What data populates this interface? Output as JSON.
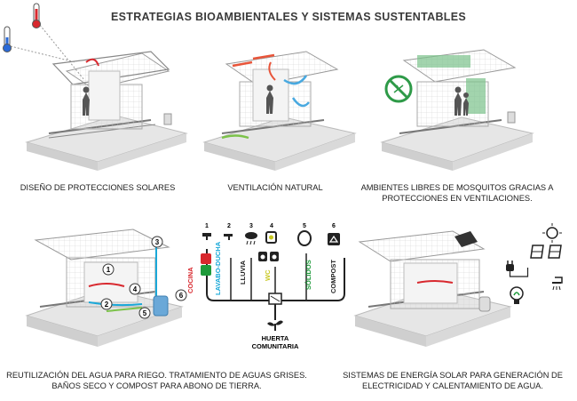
{
  "title": "ESTRATEGIAS BIOAMBIENTALES Y SISTEMAS SUSTENTABLES",
  "captions": {
    "c1": "DISEÑO DE PROTECCIONES SOLARES",
    "c2": "VENTILACIÓN NATURAL",
    "c3a": "AMBIENTES LIBRES DE MOSQUITOS GRACIAS A",
    "c3b": "PROTECCIONES EN VENTILACIONES.",
    "c4a": "REUTILIZACIÓN DEL AGUA PARA RIEGO. TRATAMIENTO DE AGUAS GRISES.",
    "c4b": "BAÑOS SECO Y COMPOST PARA ABONO DE TIERRA.",
    "c5a": "SISTEMAS DE ENERGÍA SOLAR PARA GENERACIÓN DE",
    "c5b": "ELECTRICIDAD Y CALENTAMIENTO DE AGUA."
  },
  "water_numbers": [
    "1",
    "2",
    "3",
    "4",
    "5",
    "6"
  ],
  "water_labels": {
    "cocina": "COCINA",
    "lavabo": "LAVABO-DUCHA",
    "lluvia": "LLUVIA",
    "wc": "WC",
    "solidos": "SÓLIDOS",
    "compost": "COMPOST",
    "huerta1": "HUERTA",
    "huerta2": "COMUNITARIA"
  },
  "colors": {
    "cocina": "#d8282e",
    "lavabo": "#1aa8d8",
    "lluvia": "#222222",
    "wc": "#c8c820",
    "solidos": "#1e9a3a",
    "compost": "#222222",
    "sun": "#e04a2a",
    "air_cold": "#49a9e0",
    "air_warm": "#e8553a",
    "air_green": "#7cc24a",
    "mosquito": "#2e9a48"
  },
  "icons": [
    "thermometer-hot-icon",
    "thermometer-cold-icon",
    "mosquito-ban-icon",
    "plug-icon",
    "solar-panel-icon",
    "sun-icon",
    "bulb-icon",
    "shower-icon",
    "plant-icon",
    "recycle-icon",
    "toilet-icon"
  ]
}
